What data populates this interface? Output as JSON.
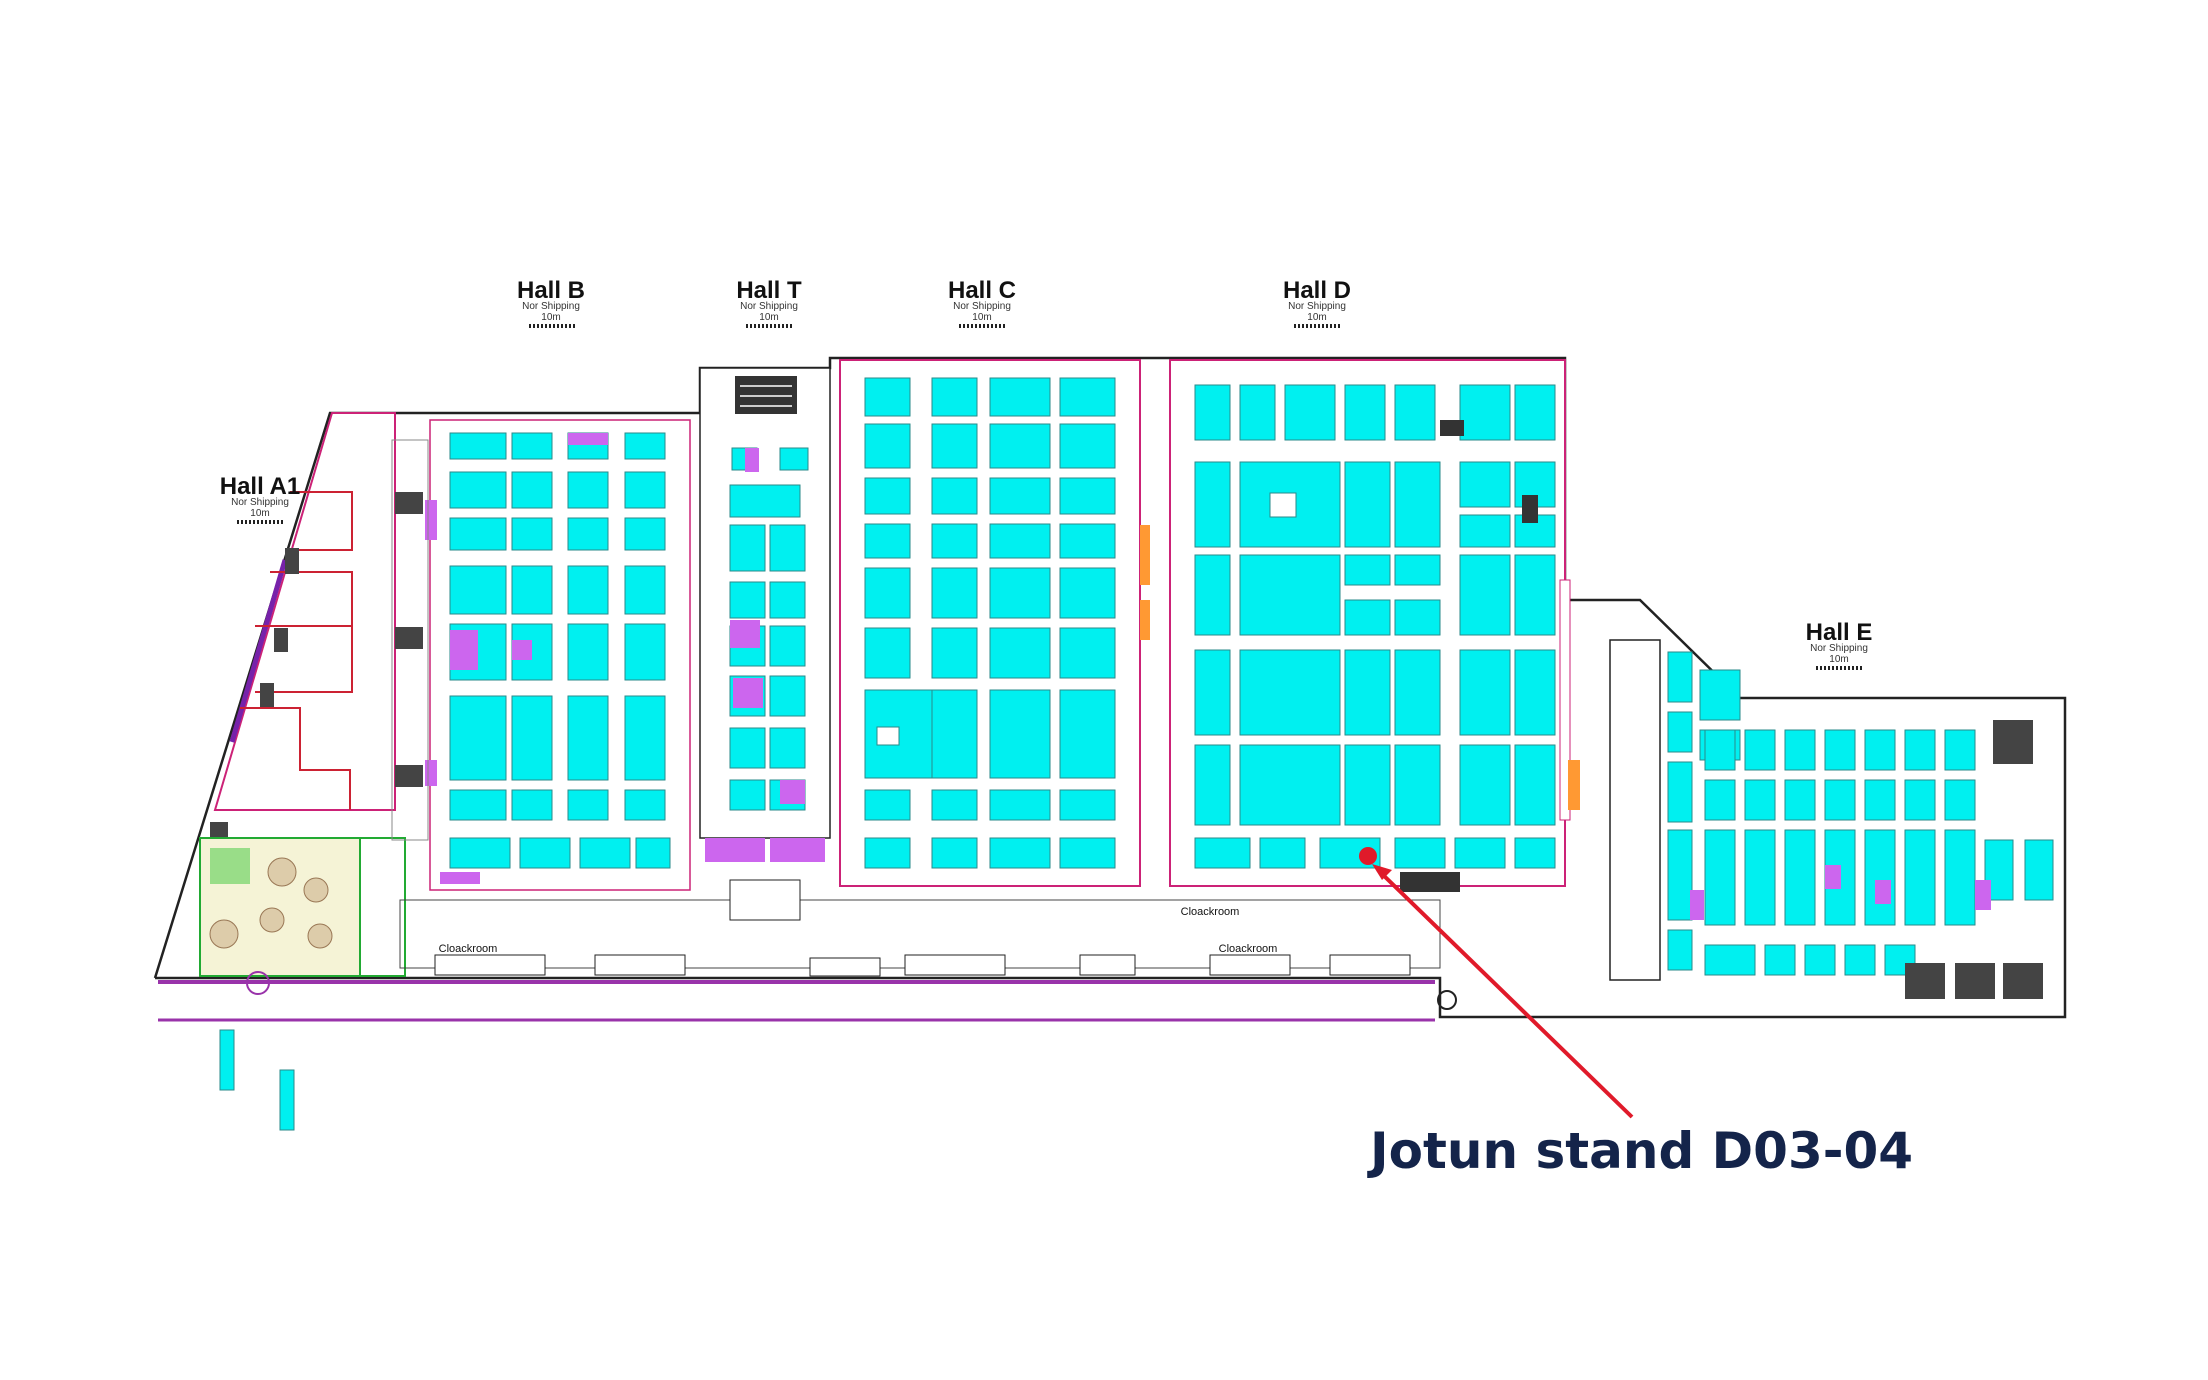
{
  "halls": [
    {
      "id": "b",
      "title": "Hall B",
      "sub1": "Nor Shipping",
      "sub2": "10m"
    },
    {
      "id": "t",
      "title": "Hall T",
      "sub1": "Nor Shipping",
      "sub2": "10m"
    },
    {
      "id": "c",
      "title": "Hall C",
      "sub1": "Nor Shipping",
      "sub2": "10m"
    },
    {
      "id": "d",
      "title": "Hall D",
      "sub1": "Nor Shipping",
      "sub2": "10m"
    },
    {
      "id": "a1",
      "title": "Hall A1",
      "sub1": "Nor Shipping",
      "sub2": "10m"
    },
    {
      "id": "e",
      "title": "Hall E",
      "sub1": "Nor Shipping",
      "sub2": "10m"
    }
  ],
  "cloakrooms": [
    "Cloackroom",
    "Cloackroom",
    "Cloackroom"
  ],
  "callout": {
    "label": "Jotun stand D03-04"
  },
  "colors": {
    "stand": "#00f0f0",
    "stand_special": "#cc66ee",
    "hall_wall": "#cc2277",
    "wall": "#222222",
    "marker": "#e01a2a",
    "callout_text": "#14244a",
    "pier": "#9933aa",
    "green_area": "#22aa33"
  }
}
